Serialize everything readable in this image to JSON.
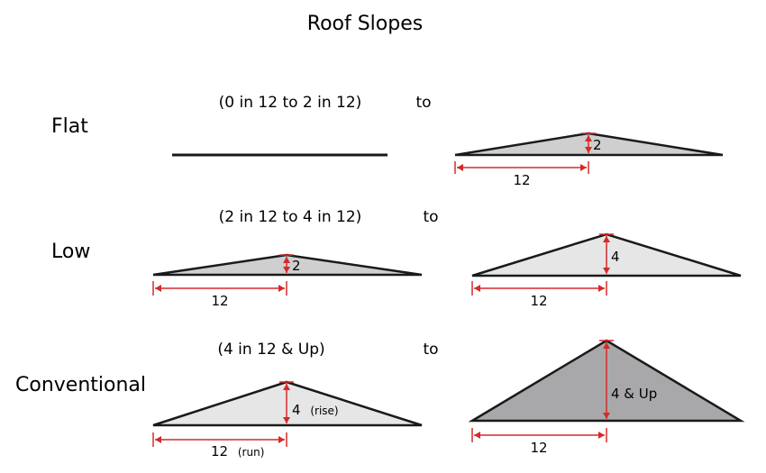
{
  "title": "Roof Slopes",
  "connector": "to",
  "colors": {
    "line": "#1a1a1a",
    "dimension": "#d42a2a",
    "fill_light": "#e6e6e6",
    "fill_mid": "#cfcfcf",
    "fill_dark": "#a8a8aa"
  },
  "rows": [
    {
      "category": "Flat",
      "range": "(0 in 12 to 2 in 12)",
      "left": {
        "rise": 0,
        "run": 12,
        "rise_label": "",
        "rise_note": "",
        "run_label": "",
        "run_note": ""
      },
      "right": {
        "rise": 2,
        "run": 12,
        "rise_label": "2",
        "rise_note": "",
        "run_label": "12",
        "run_note": ""
      }
    },
    {
      "category": "Low",
      "range": "(2 in 12 to 4 in 12)",
      "left": {
        "rise": 2,
        "run": 12,
        "rise_label": "2",
        "rise_note": "",
        "run_label": "12",
        "run_note": ""
      },
      "right": {
        "rise": 4,
        "run": 12,
        "rise_label": "4",
        "rise_note": "",
        "run_label": "12",
        "run_note": ""
      }
    },
    {
      "category": "Conventional",
      "range": "(4 in 12 & Up)",
      "left": {
        "rise": 4,
        "run": 12,
        "rise_label": "4",
        "rise_note": "(rise)",
        "run_label": "12",
        "run_note": "(run)"
      },
      "right": {
        "rise": 8,
        "run": 12,
        "rise_label": "4 & Up",
        "rise_note": "",
        "run_label": "12",
        "run_note": ""
      }
    }
  ]
}
